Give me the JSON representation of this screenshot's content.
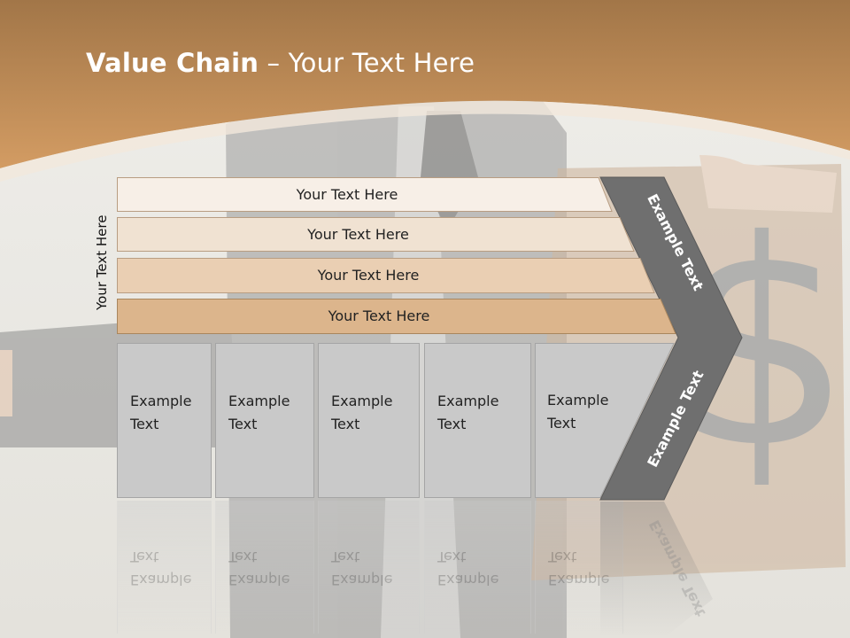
{
  "title": {
    "bold": "Value Chain",
    "rest": " – Your Text Here"
  },
  "side_label": "Your Text Here",
  "rows": [
    {
      "label": "Your Text Here",
      "fill": "#f7efe7"
    },
    {
      "label": "Your Text Here",
      "fill": "#f0e2d2"
    },
    {
      "label": "Your Text Here",
      "fill": "#eacfb3"
    },
    {
      "label": "Your Text Here",
      "fill": "#dcb58c"
    }
  ],
  "boxes": [
    {
      "line1": "Example",
      "line2": "Text"
    },
    {
      "line1": "Example",
      "line2": "Text"
    },
    {
      "line1": "Example",
      "line2": "Text"
    },
    {
      "line1": "Example",
      "line2": "Text"
    },
    {
      "line1": "Example",
      "line2": "Text"
    }
  ],
  "chevron": {
    "upper": "Example Text",
    "lower": "Example Text"
  },
  "colors": {
    "header": "#c8945a",
    "chevron": "#6f6f6f",
    "box": "#c9c9c9"
  },
  "icons": {
    "background": "dollar-sign-icon"
  }
}
